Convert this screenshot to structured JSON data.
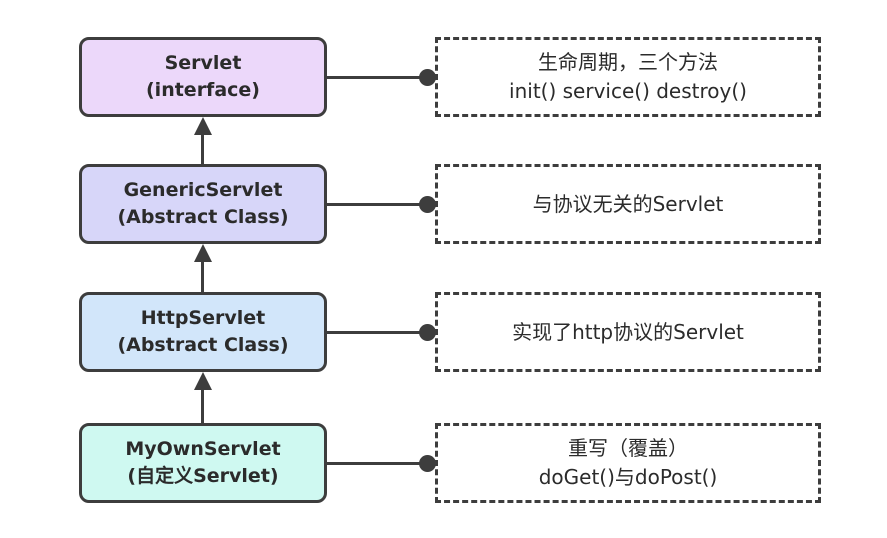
{
  "diagram": {
    "rows": [
      {
        "class_name": "Servlet",
        "class_subtitle": "(interface)",
        "box_color": "#ecd8fa",
        "desc_line1": "生命周期，三个方法",
        "desc_line2": "init() service() destroy()"
      },
      {
        "class_name": "GenericServlet",
        "class_subtitle": "(Abstract Class)",
        "box_color": "#d7d6f9",
        "desc_line1": "与协议无关的Servlet"
      },
      {
        "class_name": "HttpServlet",
        "class_subtitle": "(Abstract Class)",
        "box_color": "#d2e6fa",
        "desc_line1": "实现了http协议的Servlet"
      },
      {
        "class_name": "MyOwnServlet",
        "class_subtitle": "(自定义Servlet)",
        "box_color": "#cff9f1",
        "desc_line1": "重写（覆盖）",
        "desc_line2": "doGet()与doPost()"
      }
    ],
    "colors": {
      "stroke": "#3d3d3d",
      "text": "#2b2b2b",
      "background": "#ffffff",
      "box_fills": [
        "#ecd8fa",
        "#d7d6f9",
        "#d2e6fa",
        "#cff9f1"
      ]
    }
  }
}
